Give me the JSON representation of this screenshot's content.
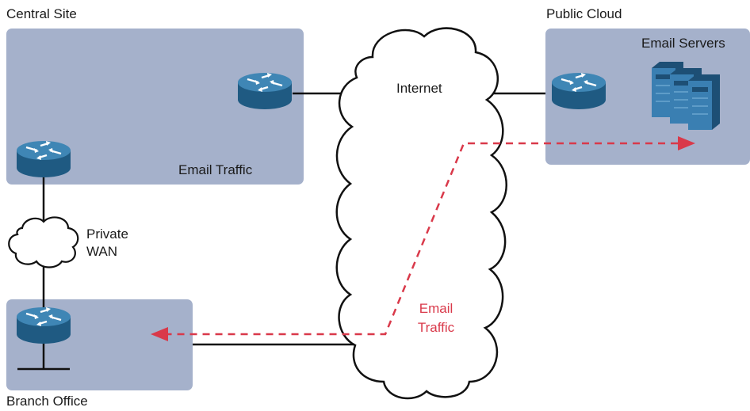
{
  "labels": {
    "central_site": "Central Site",
    "public_cloud": "Public Cloud",
    "email_servers": "Email Servers",
    "internet": "Internet",
    "central_email_traffic": "Email Traffic",
    "private_wan_line1": "Private",
    "private_wan_line2": "WAN",
    "branch_office": "Branch Office",
    "cloud_email_line1": "Email",
    "cloud_email_line2": "Traffic"
  },
  "colors": {
    "site_box": "#a5b1cb",
    "router": "#2b6c98",
    "router_top": "#3f86b5",
    "server": "#2f6f9f",
    "traffic_arrow": "#d9394a",
    "link": "#111111"
  },
  "icons": [
    "router-icon",
    "server-icon",
    "cloud-icon"
  ]
}
